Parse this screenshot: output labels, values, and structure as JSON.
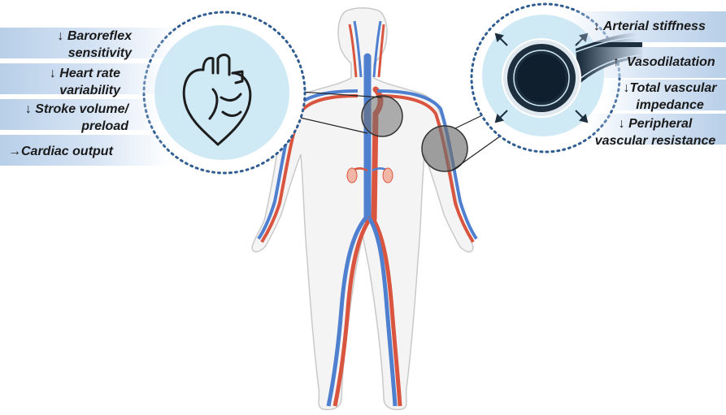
{
  "left_effects": [
    {
      "arrow": "↓",
      "lines": [
        "Baroreflex",
        "sensitivity"
      ]
    },
    {
      "arrow": "↓",
      "lines": [
        "Heart rate",
        "variability"
      ]
    },
    {
      "arrow": "↓",
      "lines": [
        "Stroke volume/",
        "preload"
      ]
    },
    {
      "arrow": "→",
      "lines": [
        "Cardiac output"
      ]
    }
  ],
  "right_effects": [
    {
      "arrow": "↓",
      "lines": [
        "Arterial stiffness"
      ]
    },
    {
      "arrow": "↑",
      "lines": [
        "Vasodilatation"
      ]
    },
    {
      "arrow": "↓",
      "lines": [
        "Total vascular",
        "impedance"
      ]
    },
    {
      "arrow": "↓",
      "lines": [
        "Peripheral",
        "vascular resistance"
      ]
    }
  ],
  "icons": {
    "heart": "heart-icon",
    "artery": "artery-cross-section-icon",
    "body": "circulatory-system-figure"
  },
  "colors": {
    "artery_red": "#d9553f",
    "vein_blue": "#4f7fcf",
    "circle_fill": "#cfe9f5",
    "dotted_border": "#2f5d92",
    "highlight_circle": "#6f6f6f",
    "label_band": "#c7d9ee"
  }
}
